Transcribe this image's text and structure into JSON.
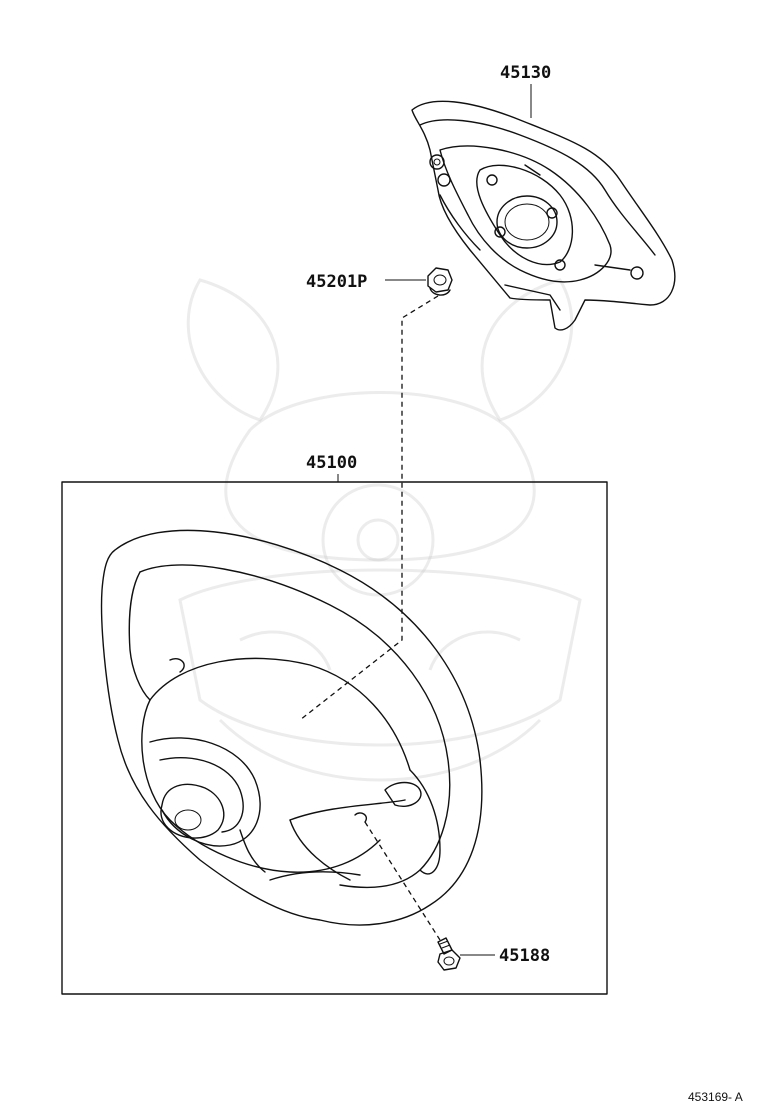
{
  "parts": [
    {
      "id": "cover",
      "label": "45130"
    },
    {
      "id": "nut",
      "label": "45201P"
    },
    {
      "id": "wheel",
      "label": "45100"
    },
    {
      "id": "screw",
      "label": "45188"
    }
  ],
  "figure_id": "453169- A",
  "icons": {
    "watermark": "samurai-helmet-watermark-icon"
  }
}
